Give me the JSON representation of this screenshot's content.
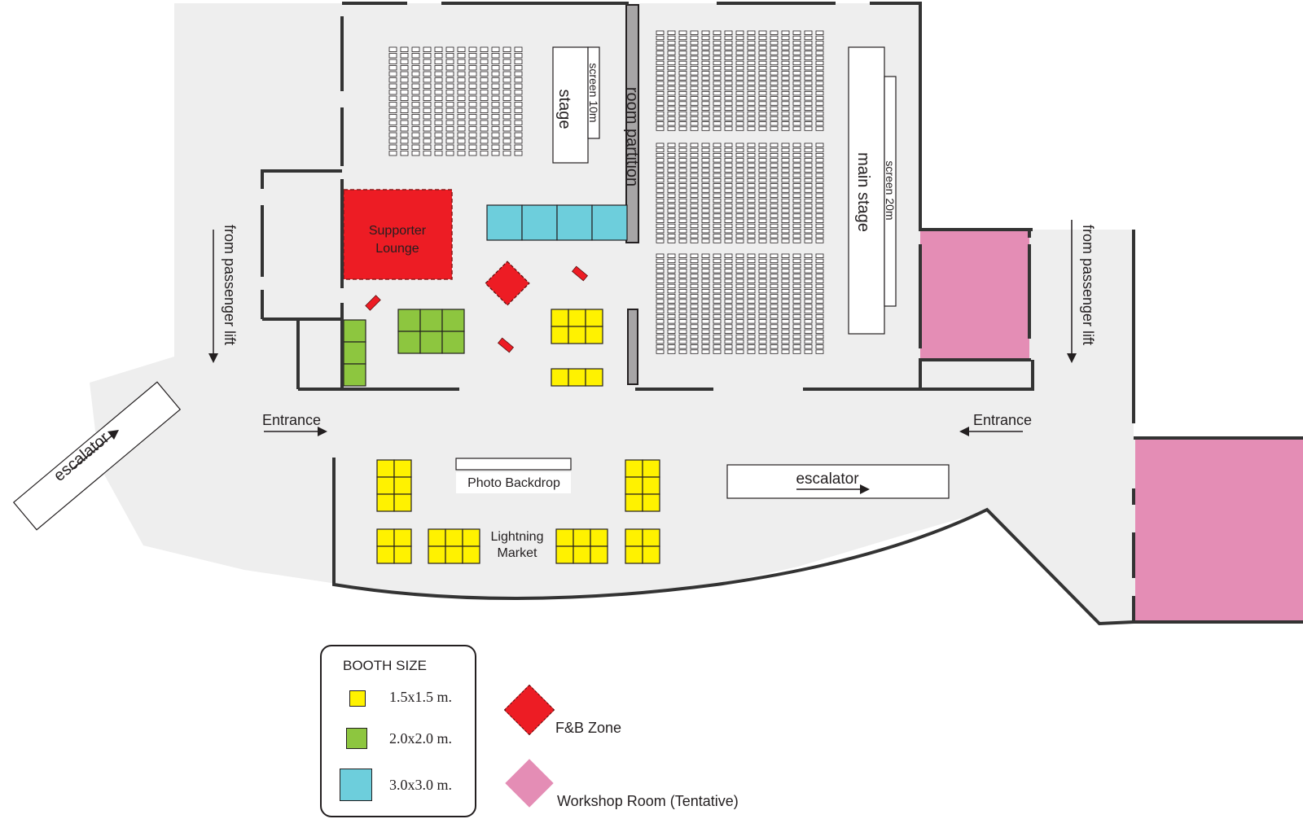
{
  "colors": {
    "floor": "#eeeeee",
    "wall": "#333333",
    "booth_small": "#fff200",
    "booth_medium": "#8dc63f",
    "booth_large": "#6dcedc",
    "fnb": "#ed1c24",
    "workshop": "#e48db5",
    "partition": "#a7a5a6"
  },
  "labels": {
    "stage": "stage",
    "screen_small": "screen 10m",
    "room_partition": "room partition",
    "main_stage": "main stage",
    "screen_large": "screen 20m",
    "supporter_lounge_line1": "Supporter",
    "supporter_lounge_line2": "Lounge",
    "lift_left": "from passenger lift",
    "lift_right": "from passenger lift",
    "escalator_left": "escalator",
    "escalator_right": "escalator",
    "entrance_left": "Entrance",
    "entrance_right": "Entrance",
    "photo_backdrop": "Photo Backdrop",
    "lightning_line1": "Lightning",
    "lightning_line2": "Market"
  },
  "legend": {
    "title": "BOOTH SIZE",
    "items": [
      {
        "label": "1.5x1.5 m.",
        "color_key": "booth_small"
      },
      {
        "label": "2.0x2.0 m.",
        "color_key": "booth_medium"
      },
      {
        "label": "3.0x3.0 m.",
        "color_key": "booth_large"
      }
    ]
  },
  "zones": [
    {
      "label": "F&B Zone",
      "icon": "fnb-diamond-icon"
    },
    {
      "label": "Workshop Room (Tentative)",
      "icon": "workshop-diamond-icon"
    }
  ]
}
